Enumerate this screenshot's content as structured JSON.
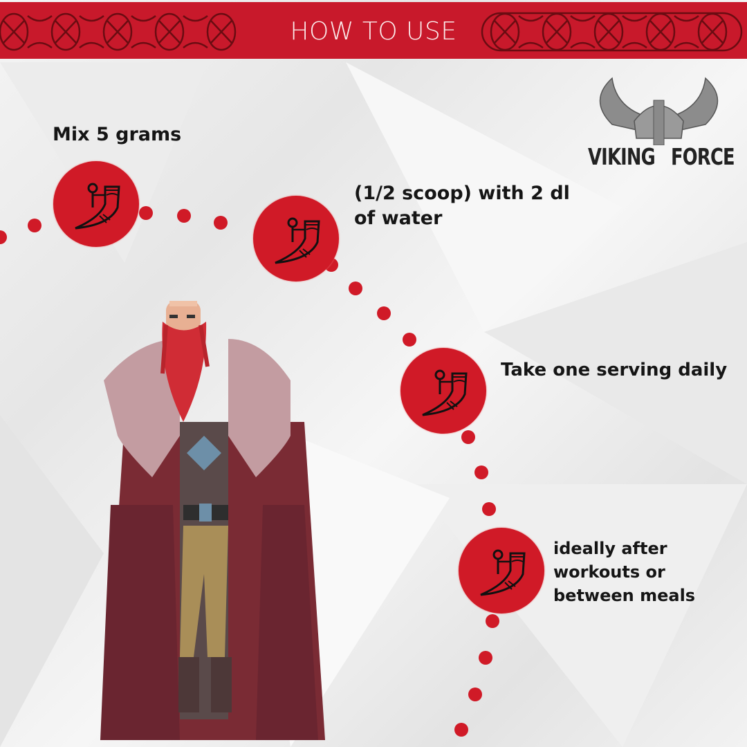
{
  "banner": {
    "title": "HOW TO USE"
  },
  "logo": {
    "brand_left": "VIKING",
    "brand_right": "FORCE"
  },
  "steps": [
    {
      "text": "Mix 5 grams",
      "icon": "drinking-horn-icon"
    },
    {
      "text": "(1/2 scoop) with 2 dl of water",
      "line1": "(1/2 scoop) with 2 dl",
      "line2": "of water",
      "icon": "drinking-horn-icon"
    },
    {
      "text": "Take one serving daily",
      "icon": "drinking-horn-icon"
    },
    {
      "text": "ideally after workouts or between meals",
      "line1": "ideally after",
      "line2": "workouts or",
      "line3": "between meals",
      "icon": "drinking-horn-icon"
    }
  ],
  "colors": {
    "accent": "#c8192b",
    "text": "#151515",
    "logo": "#8a8a8a"
  }
}
